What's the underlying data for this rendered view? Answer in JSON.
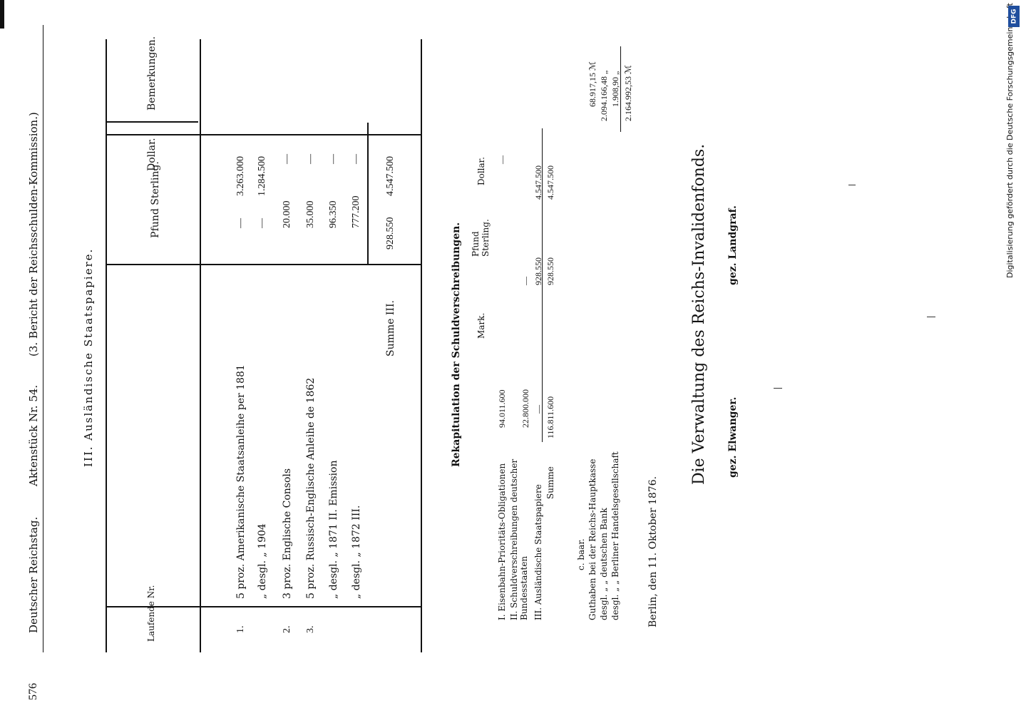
{
  "margin": {
    "digitization": "Digitalisierung gefördert durch die Deutsche Forschungsgemeinschaft",
    "logo": "DFG"
  },
  "header": {
    "page_number": "576",
    "left": "Deutscher Reichstag.",
    "middle": "Aktenstück Nr. 54.",
    "right": "(3. Bericht der Reichsschulden-Kommission.)"
  },
  "section_title": "III. Ausländische Staatspapiere.",
  "table": {
    "headers": {
      "no": "Laufende Nr.",
      "pfund": "Pfund Sterling.",
      "dollar": "Dollar.",
      "bemerkungen": "Bemerkungen."
    },
    "rows": [
      {
        "no": "1.",
        "desc": "5 proz. Amerikanische Staatsanleihe per 1881",
        "pfund": "—",
        "dollar": "3.263.000"
      },
      {
        "no": "",
        "desc": "„  desgl.  „  1904",
        "pfund": "—",
        "dollar": "1.284.500"
      },
      {
        "no": "2.",
        "desc": "3 proz. Englische Consols",
        "pfund": "20.000",
        "dollar": "—"
      },
      {
        "no": "3.",
        "desc": "5 proz. Russisch-Englische Anleihe de 1862",
        "pfund": "35.000",
        "dollar": "—"
      },
      {
        "no": "",
        "desc": "„  desgl.  „  1871 II. Emission",
        "pfund": "96.350",
        "dollar": "—"
      },
      {
        "no": "",
        "desc": "„  desgl.  „  1872 III.",
        "pfund": "777.200",
        "dollar": "—"
      }
    ],
    "sum_label": "Summe III.",
    "sum_pfund": "928.550",
    "sum_dollar": "4.547.500"
  },
  "recap": {
    "title": "Rekapitulation der Schuldverschreibungen.",
    "col_mark": "Mark.",
    "col_pfund": "Pfund Sterling.",
    "col_dollar": "Dollar.",
    "rows": [
      {
        "label": "I. Eisenbahn-Prioritäts-Obligationen",
        "mark": "94.011.600",
        "pfund": "—",
        "dollar": "—"
      },
      {
        "label": "II. Schuldverschreibungen deutscher Bundesstaaten",
        "mark": "22.800.000",
        "pfund": "—",
        "dollar": "—"
      },
      {
        "label": "III. Ausländische Staatspapiere",
        "mark": "—",
        "pfund": "928.550",
        "dollar": "4.547.500"
      }
    ],
    "sum_label": "Summe",
    "sum_mark": "116.811.600",
    "sum_pfund": "928.550",
    "sum_dollar": "4.547.500"
  },
  "cash": {
    "title": "c. baar.",
    "rows": [
      {
        "label": "Guthaben bei der Reichs-Hauptkasse",
        "amount": "68.917,15 ℳ"
      },
      {
        "label": "desgl.  „  „  deutschen Bank",
        "amount": "2.094.166,48 „"
      },
      {
        "label": "desgl.  „  „  Berliner Handelsgesellschaft",
        "amount": "1.908,90 „"
      }
    ],
    "total": "2.164.992,53 ℳ"
  },
  "footer": {
    "date": "Berlin, den 11. Oktober 1876.",
    "authority": "Die Verwaltung des Reichs-Invalidenfonds.",
    "sign1": "gez. Elwanger.",
    "sign2": "gez. Landgraf."
  }
}
